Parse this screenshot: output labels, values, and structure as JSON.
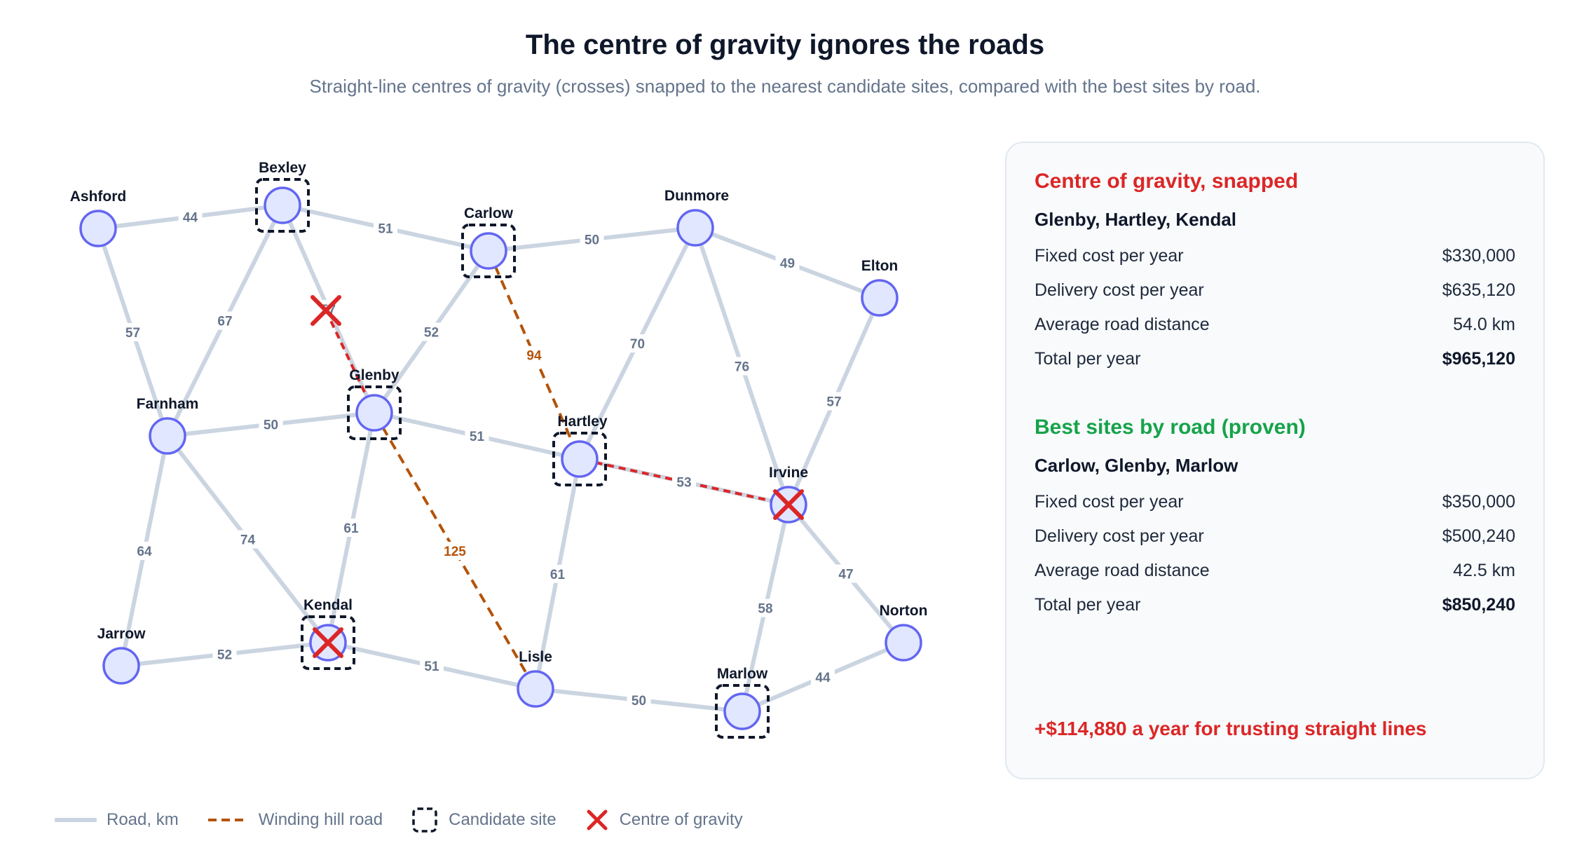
{
  "title": "The centre of gravity ignores the roads",
  "subtitle": "Straight-line centres of gravity (crosses) snapped to the nearest candidate sites, compared with the best sites by road.",
  "colors": {
    "road": "#cbd5e1",
    "hill_road": "#b45309",
    "town_fill": "#e0e7ff",
    "town_stroke": "#6366f1",
    "centre_of_gravity": "#dc2626",
    "best_sites": "#16a34a"
  },
  "towns": [
    "Ashford",
    "Bexley",
    "Carlow",
    "Dunmore",
    "Elton",
    "Farnham",
    "Glenby",
    "Hartley",
    "Irvine",
    "Jarrow",
    "Kendal",
    "Lisle",
    "Marlow",
    "Norton"
  ],
  "candidate_sites": [
    "Bexley",
    "Carlow",
    "Glenby",
    "Hartley",
    "Kendal",
    "Marlow"
  ],
  "roads": [
    {
      "from": "Ashford",
      "to": "Bexley",
      "km": "44",
      "hill": false
    },
    {
      "from": "Bexley",
      "to": "Carlow",
      "km": "51",
      "hill": false
    },
    {
      "from": "Carlow",
      "to": "Dunmore",
      "km": "50",
      "hill": false
    },
    {
      "from": "Dunmore",
      "to": "Elton",
      "km": "49",
      "hill": false
    },
    {
      "from": "Ashford",
      "to": "Farnham",
      "km": "57",
      "hill": false
    },
    {
      "from": "Bexley",
      "to": "Farnham",
      "km": "67",
      "hill": false
    },
    {
      "from": "Bexley",
      "to": "Glenby",
      "km": "57",
      "hill": false
    },
    {
      "from": "Carlow",
      "to": "Glenby",
      "km": "52",
      "hill": false
    },
    {
      "from": "Carlow",
      "to": "Hartley",
      "km": "94",
      "hill": true
    },
    {
      "from": "Dunmore",
      "to": "Hartley",
      "km": "70",
      "hill": false
    },
    {
      "from": "Dunmore",
      "to": "Irvine",
      "km": "76",
      "hill": false
    },
    {
      "from": "Elton",
      "to": "Irvine",
      "km": "57",
      "hill": false
    },
    {
      "from": "Farnham",
      "to": "Glenby",
      "km": "50",
      "hill": false
    },
    {
      "from": "Glenby",
      "to": "Hartley",
      "km": "51",
      "hill": false
    },
    {
      "from": "Hartley",
      "to": "Irvine",
      "km": "53",
      "hill": false
    },
    {
      "from": "Farnham",
      "to": "Jarrow",
      "km": "64",
      "hill": false
    },
    {
      "from": "Farnham",
      "to": "Kendal",
      "km": "74",
      "hill": false
    },
    {
      "from": "Glenby",
      "to": "Kendal",
      "km": "61",
      "hill": false
    },
    {
      "from": "Glenby",
      "to": "Lisle",
      "km": "125",
      "hill": true
    },
    {
      "from": "Hartley",
      "to": "Lisle",
      "km": "61",
      "hill": false
    },
    {
      "from": "Irvine",
      "to": "Marlow",
      "km": "58",
      "hill": false
    },
    {
      "from": "Irvine",
      "to": "Norton",
      "km": "47",
      "hill": false
    },
    {
      "from": "Jarrow",
      "to": "Kendal",
      "km": "52",
      "hill": false
    },
    {
      "from": "Kendal",
      "to": "Lisle",
      "km": "51",
      "hill": false
    },
    {
      "from": "Lisle",
      "to": "Marlow",
      "km": "50",
      "hill": false
    },
    {
      "from": "Marlow",
      "to": "Norton",
      "km": "44",
      "hill": false
    }
  ],
  "panel": {
    "cog": {
      "title": "Centre of gravity, snapped",
      "sites": "Glenby, Hartley, Kendal",
      "rows": [
        {
          "label": "Fixed cost per year",
          "value": "$330,000"
        },
        {
          "label": "Delivery cost per year",
          "value": "$635,120"
        },
        {
          "label": "Average road distance",
          "value": "54.0 km"
        },
        {
          "label": "Total per year",
          "value": "$965,120"
        }
      ]
    },
    "best": {
      "title": "Best sites by road (proven)",
      "sites": "Carlow, Glenby, Marlow",
      "rows": [
        {
          "label": "Fixed cost per year",
          "value": "$350,000"
        },
        {
          "label": "Delivery cost per year",
          "value": "$500,240"
        },
        {
          "label": "Average road distance",
          "value": "42.5 km"
        },
        {
          "label": "Total per year",
          "value": "$850,240"
        }
      ]
    },
    "callout": "+$114,880 a year for trusting straight lines"
  },
  "legend": {
    "road": "Road, km",
    "hill": "Winding hill road",
    "candidate": "Candidate site",
    "cog": "Centre of gravity"
  }
}
